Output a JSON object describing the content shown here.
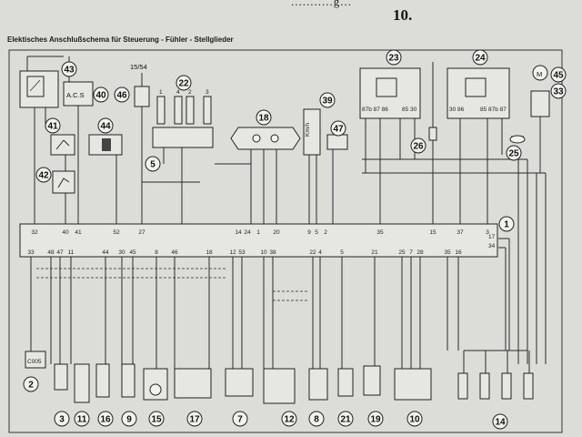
{
  "header": {
    "top_text": "...........g...",
    "page_number": "10.",
    "title": "Elektisches Anschlußschema für Steuerung - Fühler - Stellglieder"
  },
  "top_labels": {
    "acs": "A.C.S",
    "fuse_ref": "15/54",
    "relay_ref": "M"
  },
  "components": [
    {
      "id": "c43",
      "number": "43"
    },
    {
      "id": "c40",
      "number": "40"
    },
    {
      "id": "c46",
      "number": "46"
    },
    {
      "id": "c22",
      "number": "22"
    },
    {
      "id": "c18",
      "number": "18"
    },
    {
      "id": "c39",
      "number": "39"
    },
    {
      "id": "c47",
      "number": "47"
    },
    {
      "id": "c23",
      "number": "23"
    },
    {
      "id": "c24",
      "number": "24"
    },
    {
      "id": "c45",
      "number": "45"
    },
    {
      "id": "c33",
      "number": "33"
    },
    {
      "id": "c41",
      "number": "41"
    },
    {
      "id": "c44",
      "number": "44"
    },
    {
      "id": "c42",
      "number": "42"
    },
    {
      "id": "c5",
      "number": "5"
    },
    {
      "id": "c26",
      "number": "26"
    },
    {
      "id": "c25",
      "number": "25"
    },
    {
      "id": "c1",
      "number": "1"
    },
    {
      "id": "c2",
      "number": "2"
    },
    {
      "id": "c3",
      "number": "3"
    },
    {
      "id": "c11",
      "number": "11"
    },
    {
      "id": "c16",
      "number": "16"
    },
    {
      "id": "c9",
      "number": "9"
    },
    {
      "id": "c15",
      "number": "15"
    },
    {
      "id": "c17",
      "number": "17"
    },
    {
      "id": "c7",
      "number": "7"
    },
    {
      "id": "c12",
      "number": "12"
    },
    {
      "id": "c8",
      "number": "8"
    },
    {
      "id": "c21",
      "number": "21"
    },
    {
      "id": "c19",
      "number": "19"
    },
    {
      "id": "c10",
      "number": "10"
    },
    {
      "id": "c14",
      "number": "14"
    }
  ],
  "ecu_top_pins": [
    "32",
    "40",
    "41",
    "52",
    "27",
    "14",
    "24",
    "1",
    "20",
    "9",
    "5",
    "2",
    "35",
    "15",
    "37",
    "3"
  ],
  "ecu_side_pins": [
    "17",
    "34"
  ],
  "ecu_bottom_pins": [
    "33",
    "48",
    "47",
    "11",
    "44",
    "30",
    "45",
    "8",
    "46",
    "18",
    "12",
    "53",
    "10",
    "38",
    "22",
    "4",
    "5",
    "21",
    "25",
    "7",
    "28",
    "35",
    "16"
  ],
  "spark_plug_pins": [
    "1",
    "4",
    "2",
    "3"
  ],
  "relay_pins": {
    "r23_left": "87b 87 86",
    "r23_right": "85 30",
    "r24_left": "30 86",
    "r24_right": "85 87b 87"
  },
  "misc_labels": {
    "sensor39": "Km/h",
    "pin15_54_bottom": "27",
    "ign_switch_text": "C005"
  }
}
